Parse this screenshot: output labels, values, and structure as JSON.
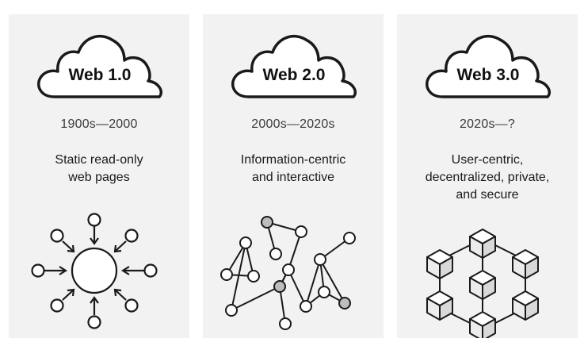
{
  "panels": [
    {
      "title": "Web 1.0",
      "years": "1900s—2000",
      "description": [
        "Static read-only",
        "web pages"
      ],
      "icon": "hub-and-spoke-icon"
    },
    {
      "title": "Web 2.0",
      "years": "2000s—2020s",
      "description": [
        "Information-centric",
        "and interactive"
      ],
      "icon": "network-graph-icon"
    },
    {
      "title": "Web 3.0",
      "years": "2020s—?",
      "description": [
        "User-centric,",
        "decentralized, private,",
        "and secure"
      ],
      "icon": "blockchain-cubes-icon"
    }
  ],
  "colors": {
    "panel_background": "#f2f2f2",
    "stroke": "#1a1a1a",
    "highlight_node": "#bdbdbd"
  }
}
